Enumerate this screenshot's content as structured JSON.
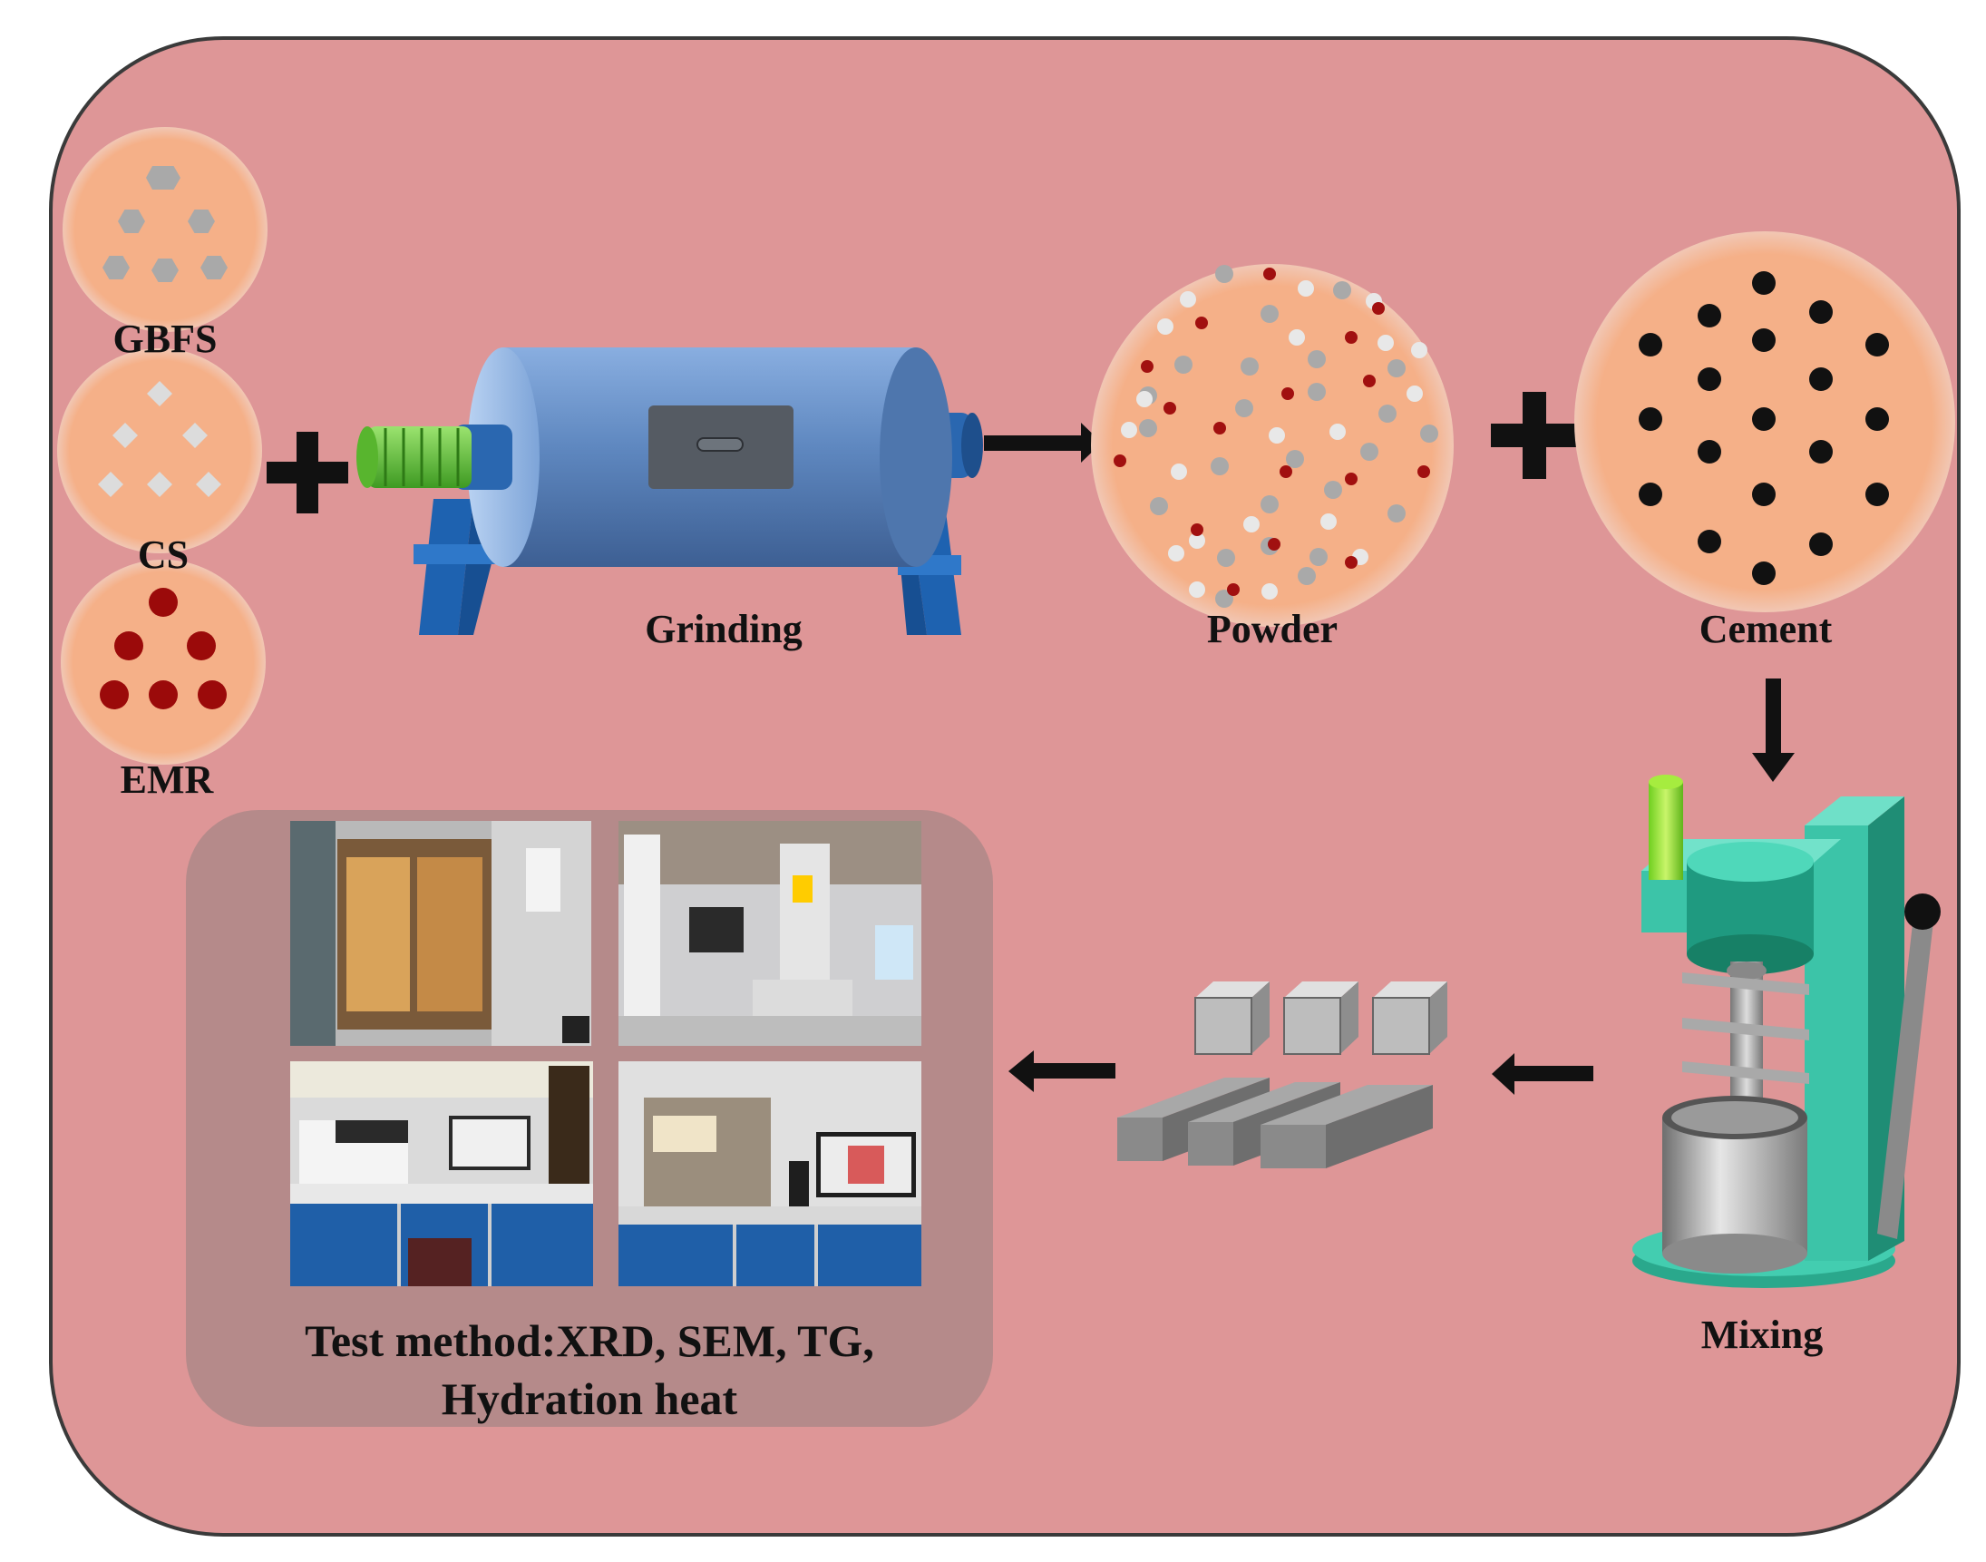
{
  "materials": [
    {
      "label": "GBFS",
      "particle_shape": "hexagon",
      "particle_color": "#a9a9a9"
    },
    {
      "label": "CS",
      "particle_shape": "diamond",
      "particle_color": "#dcdcdc"
    },
    {
      "label": "EMR",
      "particle_shape": "circle",
      "particle_color": "#9b0a0a"
    }
  ],
  "steps": {
    "grinding": "Grinding",
    "powder": "Powder",
    "cement": "Cement",
    "mixing": "Mixing"
  },
  "tests": {
    "line1": "Test method:XRD, SEM, TG,",
    "line2": "Hydration heat",
    "photos": [
      "xrd-instrument-photo",
      "sem-instrument-photo",
      "tg-instrument-photo",
      "hydration-heat-instrument-photo"
    ]
  },
  "colors": {
    "background": "#de9697",
    "particle_disc": "#f5b088",
    "test_panel": "#b58a8a",
    "mill_body": "#5f88c0",
    "mixer": "#3cc4a8",
    "arrow": "#111111"
  },
  "icons": [
    "plus-icon",
    "arrow-right-icon",
    "arrow-down-icon",
    "arrow-left-icon"
  ]
}
